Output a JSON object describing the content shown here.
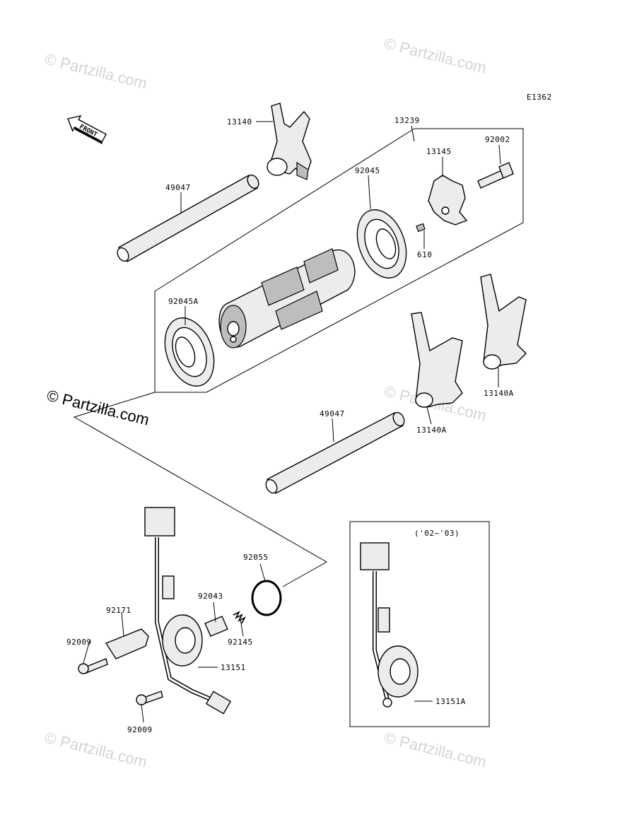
{
  "diagram": {
    "ref_code": "E1362",
    "front_label": "FRONT",
    "inset_label": "('02~'03)",
    "watermark_main": "© Partzilla.com",
    "watermark_faint": "© Partzilla.com",
    "parts": {
      "fork_top": "13140",
      "drum_assembly": "13239",
      "bolt": "92002",
      "drum_cam": "13145",
      "rod_top": "49047",
      "bearing_right": "92045",
      "pin": "610",
      "bearing_left": "92045A",
      "fork_right": "13140A",
      "fork_middle": "13140A",
      "rod_bottom": "49047",
      "oring": "92055",
      "plunger": "92043",
      "spring": "92145",
      "clamp": "92171",
      "screw_upper": "92009",
      "screw_lower": "92009",
      "switch": "13151",
      "switch_alt": "13151A"
    }
  }
}
